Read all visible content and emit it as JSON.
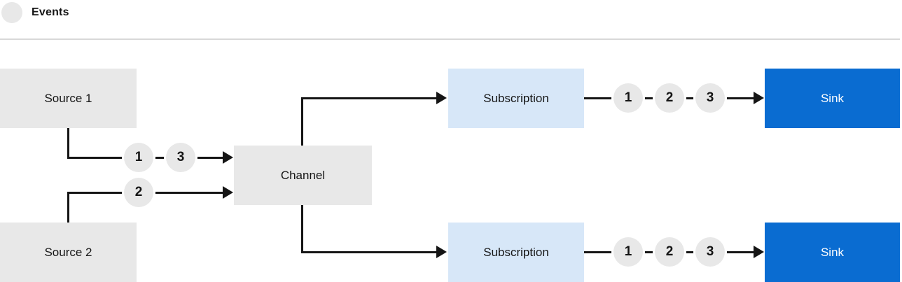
{
  "legend": {
    "label": "Events"
  },
  "colors": {
    "line": "#151515",
    "text": "#151515",
    "source_fill": "#e8e8e8",
    "subscription_fill": "#d7e7f8",
    "sink_fill": "#0a6cd1",
    "sink_text": "#ffffff",
    "divider": "#d8d8d8",
    "event_circle_fill": "#e8e8e8"
  },
  "nodes": {
    "source1": {
      "label": "Source 1"
    },
    "source2": {
      "label": "Source 2"
    },
    "channel": {
      "label": "Channel"
    },
    "subscription_top": {
      "label": "Subscription"
    },
    "subscription_bottom": {
      "label": "Subscription"
    },
    "sink_top": {
      "label": "Sink"
    },
    "sink_bottom": {
      "label": "Sink"
    }
  },
  "events": {
    "source1_to_channel": [
      "1",
      "3"
    ],
    "source2_to_channel": [
      "2"
    ],
    "subscription_top_to_sink": [
      "1",
      "2",
      "3"
    ],
    "subscription_bottom_to_sink": [
      "1",
      "2",
      "3"
    ]
  }
}
